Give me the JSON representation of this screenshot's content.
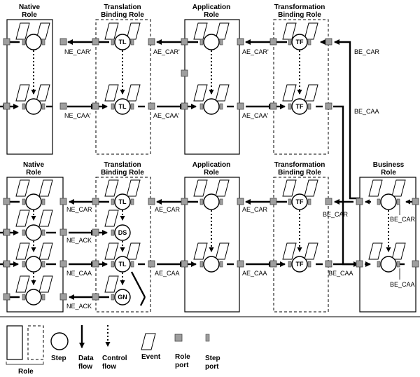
{
  "headers": {
    "native_top": [
      "Native",
      "Role"
    ],
    "tbr_top": [
      "Translation",
      "Binding Role"
    ],
    "app_top": [
      "Application",
      "Role"
    ],
    "tfbr_top": [
      "Transformation",
      "Binding Role"
    ],
    "native_bot": [
      "Native",
      "Role"
    ],
    "tbr_bot": [
      "Translation",
      "Binding Role"
    ],
    "app_bot": [
      "Application",
      "Role"
    ],
    "tfbr_bot": [
      "Transformation",
      "Binding Role"
    ],
    "business": [
      "Business",
      "Role"
    ]
  },
  "steps": {
    "tl": "TL",
    "tf": "TF",
    "ds": "DS",
    "gn": "GN"
  },
  "flow_labels": {
    "ne_car_top": "NE_CAR'",
    "ae_car_top_1": "AE_CAR'",
    "ae_car_top_2": "AE_CAR'",
    "be_car_top": "BE_CAR",
    "ne_caa_top": "NE_CAA'",
    "ae_caa_top_1": "AE_CAA'",
    "ae_caa_top_2": "AE_CAA'",
    "be_caa_top": "BE_CAA",
    "ne_car_bot": "NE_CAR",
    "ae_car_bot_1": "AE_CAR",
    "ae_car_bot_2": "AE_CAR",
    "be_car_bot_tf": "BE_CAR",
    "be_car_bot_biz": "BE_CAR",
    "ne_ack_1": "NE_ACK",
    "ne_caa_bot": "NE_CAA",
    "ae_caa_bot_1": "AE_CAA",
    "ae_caa_bot_2": "AE_CAA",
    "be_caa_bot": "BE_CAA",
    "be_caa_biz": "BE_CAA",
    "ne_ack_2": "NE_ACK"
  },
  "legend": {
    "role": "Role",
    "step": "Step",
    "data_flow": [
      "Data",
      "flow"
    ],
    "control_flow": [
      "Control",
      "flow"
    ],
    "event": "Event",
    "role_port": [
      "Role",
      "port"
    ],
    "step_port": [
      "Step",
      "port"
    ]
  },
  "icons": [
    "event-parallelogram",
    "step-circle",
    "role-port-square",
    "step-port-bar"
  ]
}
